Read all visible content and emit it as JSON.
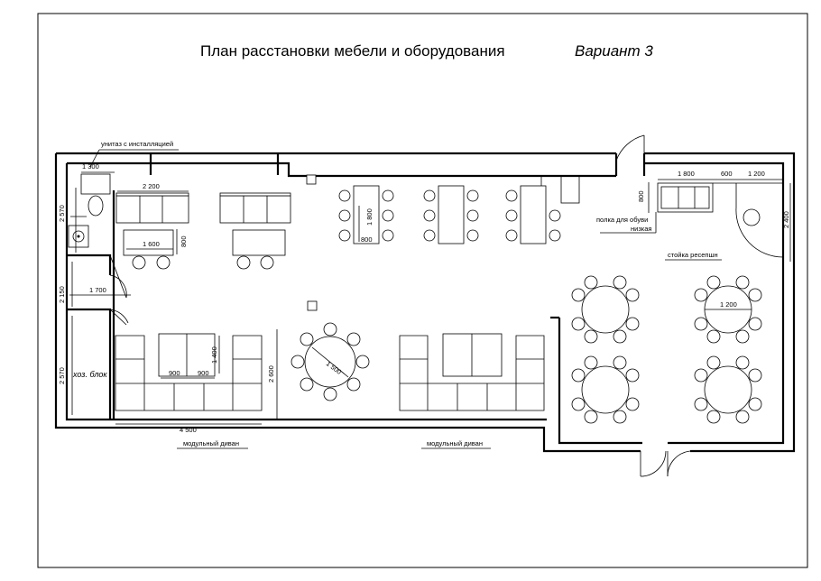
{
  "title": "План расстановки мебели и оборудования",
  "variant": "Вариант 3",
  "dimensions": {
    "d1300": "1 300",
    "d2200": "2 200",
    "d2570_top": "2 570",
    "d1600": "1 600",
    "d800_a": "800",
    "d2150": "2 150",
    "d1700": "1 700",
    "d2570_bottom": "2 570",
    "d900_a": "900",
    "d900_b": "900",
    "d1400": "1 400",
    "d2600": "2 600",
    "d4500": "4 500",
    "d1500": "1 500",
    "d1800_v": "1 800",
    "d800_b": "800",
    "d1800_h": "1 800",
    "d600": "600",
    "d1200_top": "1 200",
    "d800_c": "800",
    "d2400": "2 400",
    "d1200_table": "1 200"
  },
  "labels": {
    "toilet": "унитаз с инсталляцией",
    "storage": "хоз. блок",
    "sofa_left": "модульный диван",
    "sofa_right": "модульный диван",
    "shoe_shelf_1": "полка для обуви",
    "shoe_shelf_2": "низкая",
    "reception": "стойка ресепшн"
  }
}
